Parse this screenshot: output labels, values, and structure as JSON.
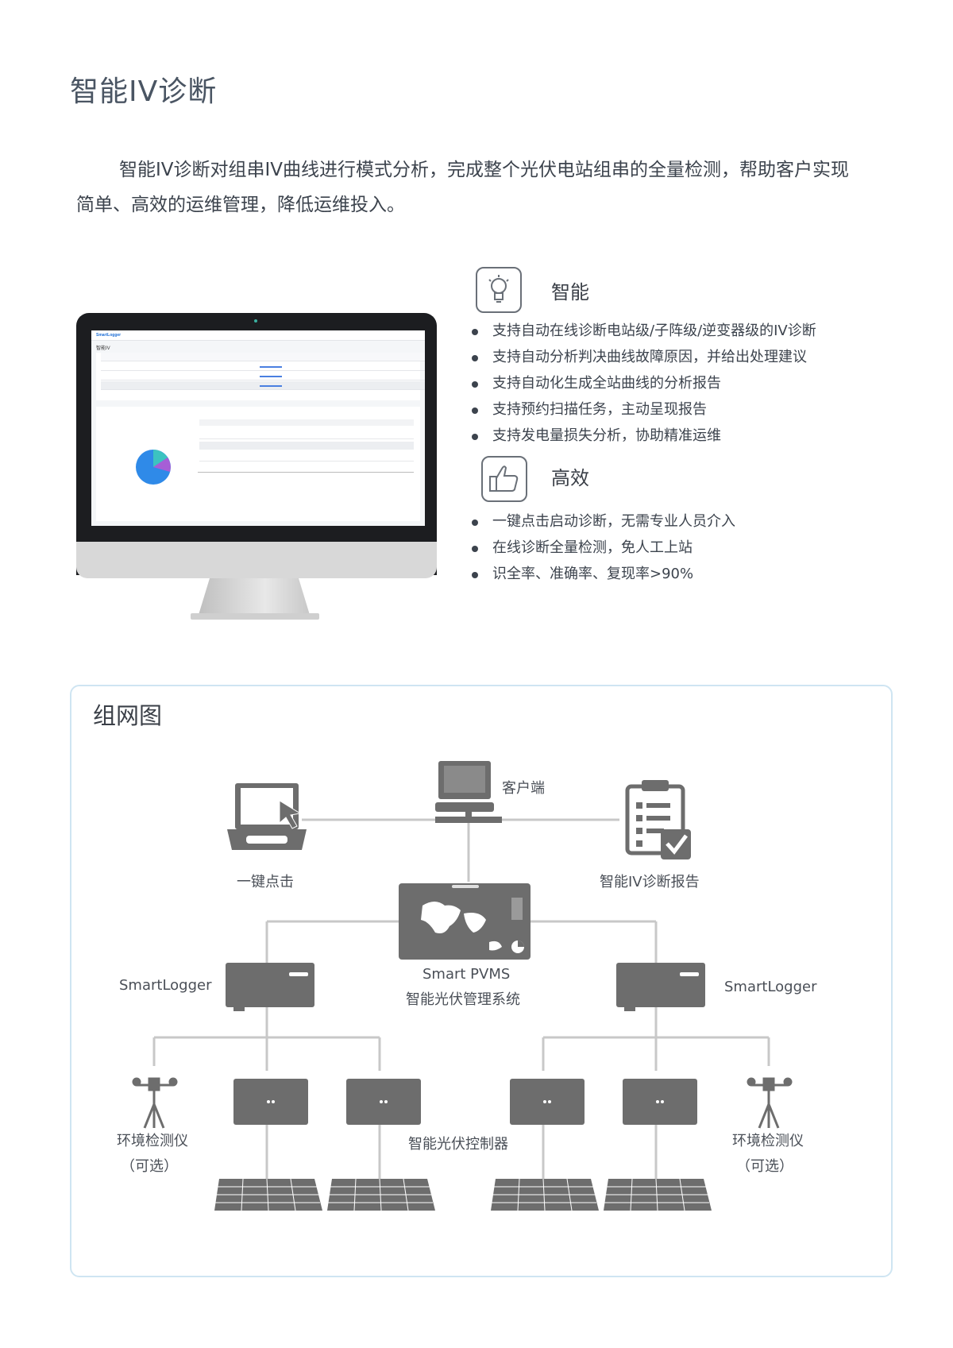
{
  "page": {
    "title": "智能IV诊断",
    "intro": "智能IV诊断对组串IV曲线进行模式分析，完成整个光伏电站组串的全量检测，帮助客户实现简单、高效的运维管理，降低运维投入。"
  },
  "features": [
    {
      "title": "智能",
      "icon": "lightbulb-icon",
      "bullets": [
        "支持自动在线诊断电站级/子阵级/逆变器级的IV诊断",
        "支持自动分析判决曲线故障原因，并给出处理建议",
        "支持自动化生成全站曲线的分析报告",
        "支持预约扫描任务，主动呈现报告",
        "支持发电量损失分析，协助精准运维"
      ]
    },
    {
      "title": "高效",
      "icon": "thumbs-up-icon",
      "bullets": [
        "一键点击启动诊断，无需专业人员介入",
        "在线诊断全量检测，免人工上站",
        "识全率、准确率、复现率>90%"
      ]
    }
  ],
  "monitor": {
    "app_name": "SmartLogger",
    "page_label": "智能IV"
  },
  "network": {
    "title": "组网图",
    "labels": {
      "client": "客户端",
      "one_click": "一键点击",
      "report": "智能IV诊断报告",
      "pvms_line1": "Smart PVMS",
      "pvms_line2": "智能光伏管理系统",
      "logger_left": "SmartLogger",
      "logger_right": "SmartLogger",
      "env_left_line1": "环境检测仪",
      "env_left_line2": "（可选）",
      "env_right_line1": "环境检测仪",
      "env_right_line2": "（可选）",
      "controller": "智能光伏控制器"
    }
  },
  "colors": {
    "device_gray": "#6d6d6d",
    "line_gray": "#c8c8c8",
    "box_border": "#cfe5f2",
    "chart_blue": "#2f8ae8",
    "chart_purple": "#a65ed6",
    "chart_teal": "#3cc3c0"
  }
}
